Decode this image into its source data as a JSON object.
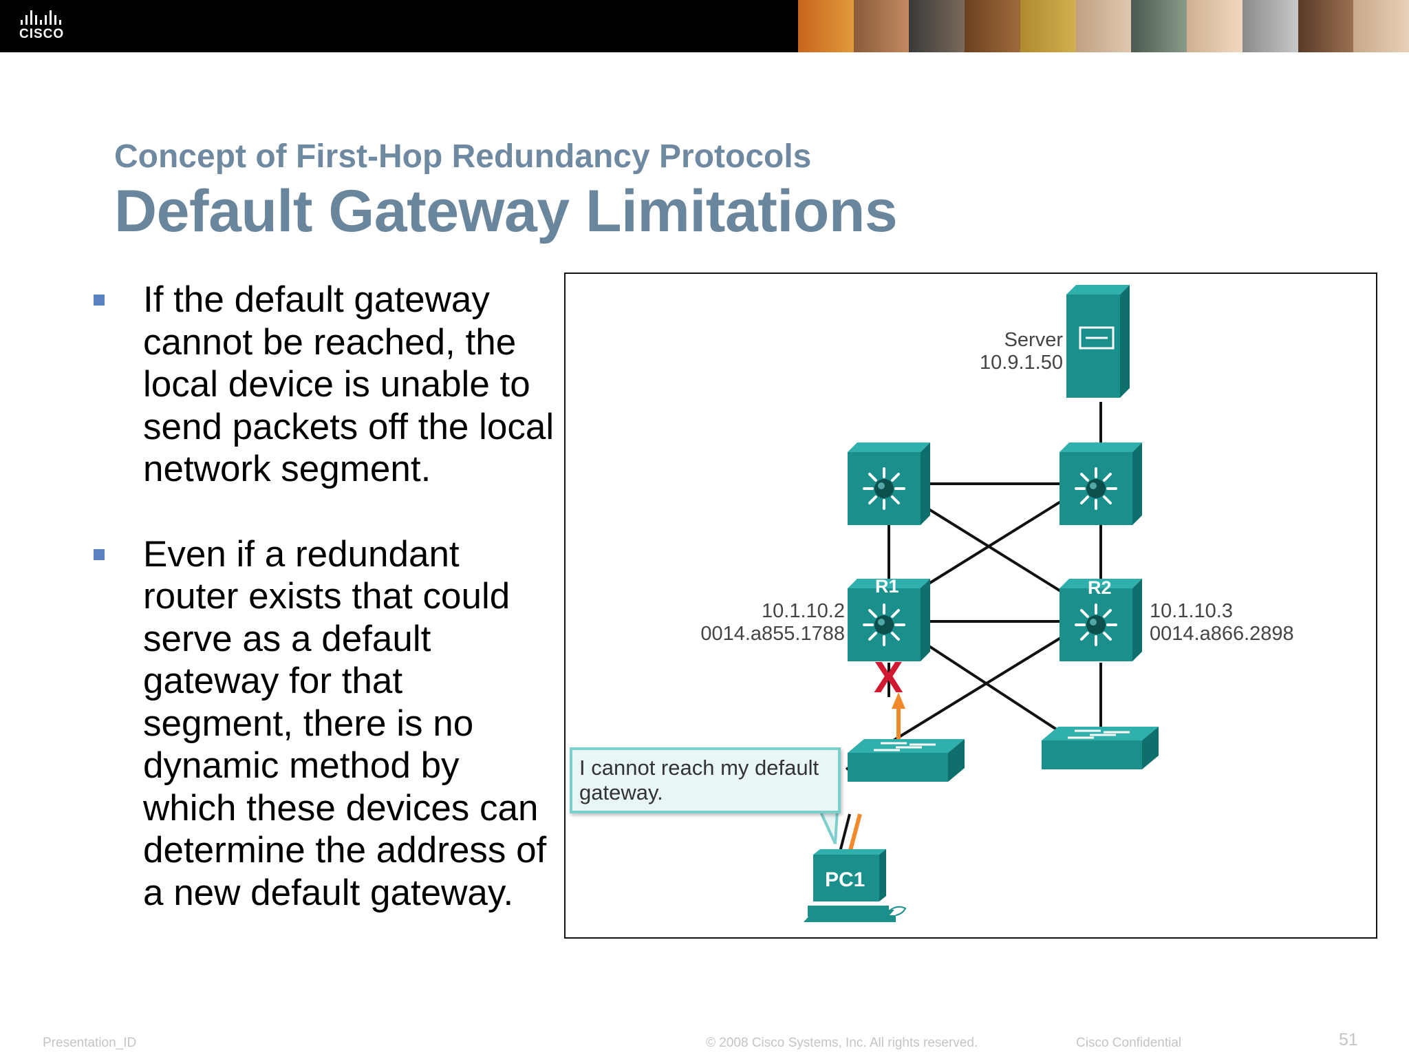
{
  "brand": {
    "logo_text": "CISCO"
  },
  "slide": {
    "subtitle": "Concept of First-Hop Redundancy Protocols",
    "title": "Default Gateway Limitations",
    "bullets": [
      "If the default gateway cannot be reached, the local device is unable to send packets off the local network segment.",
      "Even if a redundant router exists that could serve as a default gateway for that segment, there is no dynamic method by which these devices can determine the address of a new default gateway."
    ]
  },
  "diagram": {
    "server": {
      "name": "Server",
      "ip": "10.9.1.50"
    },
    "r1": {
      "name": "R1",
      "ip": "10.1.10.2",
      "mac": "0014.a855.1788"
    },
    "r2": {
      "name": "R2",
      "ip": "10.1.10.3",
      "mac": "0014.a866.2898"
    },
    "pc": {
      "name": "PC1"
    },
    "failure_mark": "X",
    "callout": "I cannot reach my default gateway.",
    "colors": {
      "device": "#1a8f8c",
      "device_dark": "#0f6f6d",
      "failure": "#d01830",
      "traffic_arrow": "#f08a2c"
    }
  },
  "footer": {
    "presentation_id": "Presentation_ID",
    "copyright": "© 2008 Cisco Systems, Inc. All rights reserved.",
    "confidential": "Cisco Confidential",
    "page_number": "51"
  }
}
